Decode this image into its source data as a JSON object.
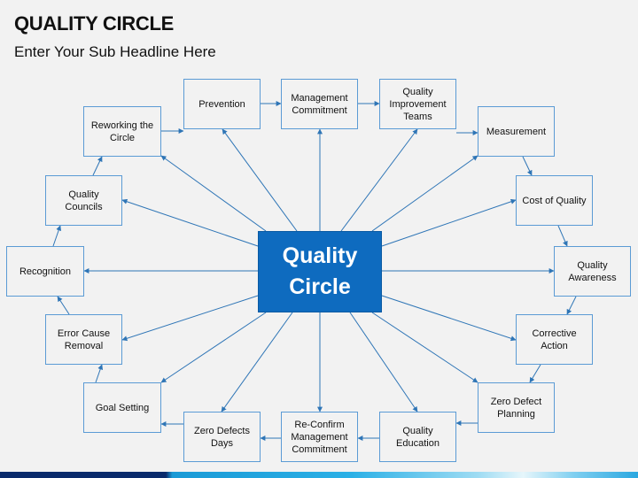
{
  "header": {
    "title": "QUALITY CIRCLE",
    "subtitle": "Enter Your Sub Headline Here"
  },
  "center": {
    "label_line1": "Quality",
    "label_line2": "Circle"
  },
  "colors": {
    "accent": "#0e6bbf",
    "box_border": "#5b9bd5",
    "arrow": "#2e75b6",
    "background": "#f2f2f2"
  },
  "steps": [
    {
      "id": "prevention",
      "label": "Prevention"
    },
    {
      "id": "management-commitment",
      "label": "Management Commitment"
    },
    {
      "id": "quality-improvement-teams",
      "label": "Quality Improvement Teams"
    },
    {
      "id": "measurement",
      "label": "Measurement"
    },
    {
      "id": "cost-of-quality",
      "label": "Cost of Quality"
    },
    {
      "id": "quality-awareness",
      "label": "Quality Awareness"
    },
    {
      "id": "corrective-action",
      "label": "Corrective Action"
    },
    {
      "id": "zero-defect-planning",
      "label": "Zero Defect Planning"
    },
    {
      "id": "quality-education",
      "label": "Quality Education"
    },
    {
      "id": "reconfirm-management-commitment",
      "label": "Re-Confirm Management Commitment"
    },
    {
      "id": "zero-defects-days",
      "label": "Zero Defects Days"
    },
    {
      "id": "goal-setting",
      "label": "Goal Setting"
    },
    {
      "id": "error-cause-removal",
      "label": "Error Cause Removal"
    },
    {
      "id": "recognition",
      "label": "Recognition"
    },
    {
      "id": "quality-councils",
      "label": "Quality Councils"
    },
    {
      "id": "reworking-the-circle",
      "label": "Reworking the Circle"
    }
  ]
}
